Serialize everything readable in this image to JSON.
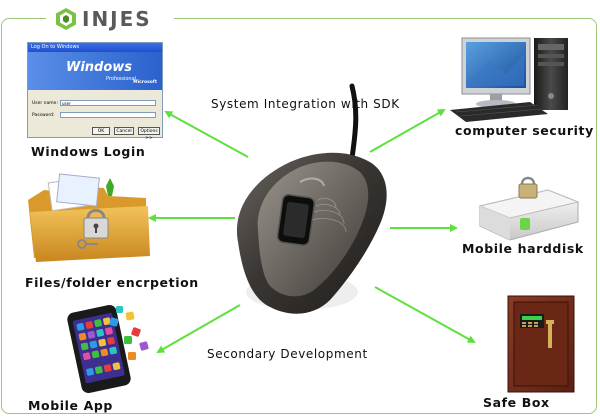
{
  "brand": {
    "name": "INJES"
  },
  "labels": {
    "top_center": "System Integration with SDK",
    "bottom_center": "Secondary Development",
    "windows_login": "Windows Login",
    "files_folder": "Files/folder encrpetion",
    "mobile_app": "Mobile App",
    "computer_security": "computer security",
    "mobile_harddisk": "Mobile harddisk",
    "safe_box": "Safe Box"
  },
  "windows_dialog": {
    "title": "Log On to Windows",
    "logo_text": "Windows",
    "edition": "Professional",
    "vendor": "Microsoft",
    "username_label": "User name:",
    "username_value": "user",
    "password_label": "Password:",
    "ok_label": "OK",
    "cancel_label": "Cancel",
    "options_label": "Options >>"
  },
  "colors": {
    "arrow": "#5ee03c",
    "frame": "#9cc77a",
    "logo_green": "#7cc242"
  }
}
